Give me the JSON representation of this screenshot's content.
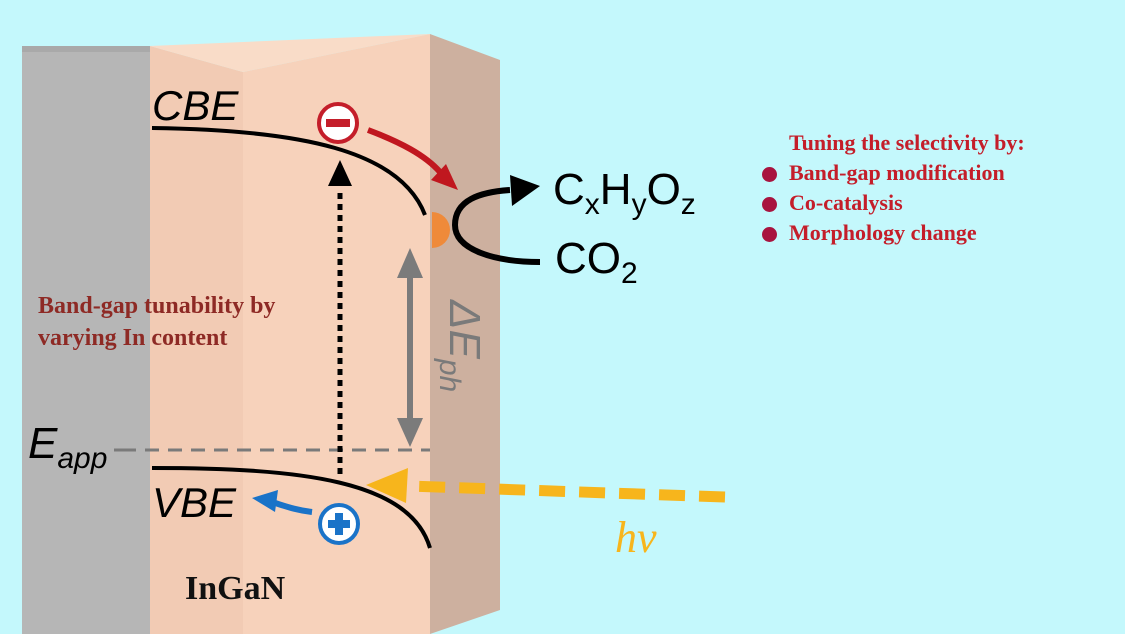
{
  "diagram": {
    "cbe_label": "CBE",
    "vbe_label": "VBE",
    "eapp_label": "E",
    "eapp_sub": "app",
    "delta_label": "ΔE",
    "delta_sub": "ph",
    "hv_label": "hν",
    "electron_symbol": "−",
    "hole_symbol": "+",
    "product": {
      "c": "C",
      "x": "x",
      "h": "H",
      "y": "y",
      "o": "O",
      "z": "z"
    },
    "reactant": {
      "base": "CO",
      "sub": "2"
    },
    "colors": {
      "background": "#c4f8fc",
      "electron": "#c41e2a",
      "hole": "#1a73c8",
      "light": "#f7b51c",
      "cocatalyst": "#ef8a3a"
    }
  },
  "tunability": {
    "line1": "Band-gap tunability by",
    "line2": "varying In content"
  },
  "material": "InGaN",
  "tuning": {
    "title": "Tuning the selectivity by:",
    "items": [
      "Band-gap modification",
      "Co-catalysis",
      "Morphology change"
    ]
  }
}
